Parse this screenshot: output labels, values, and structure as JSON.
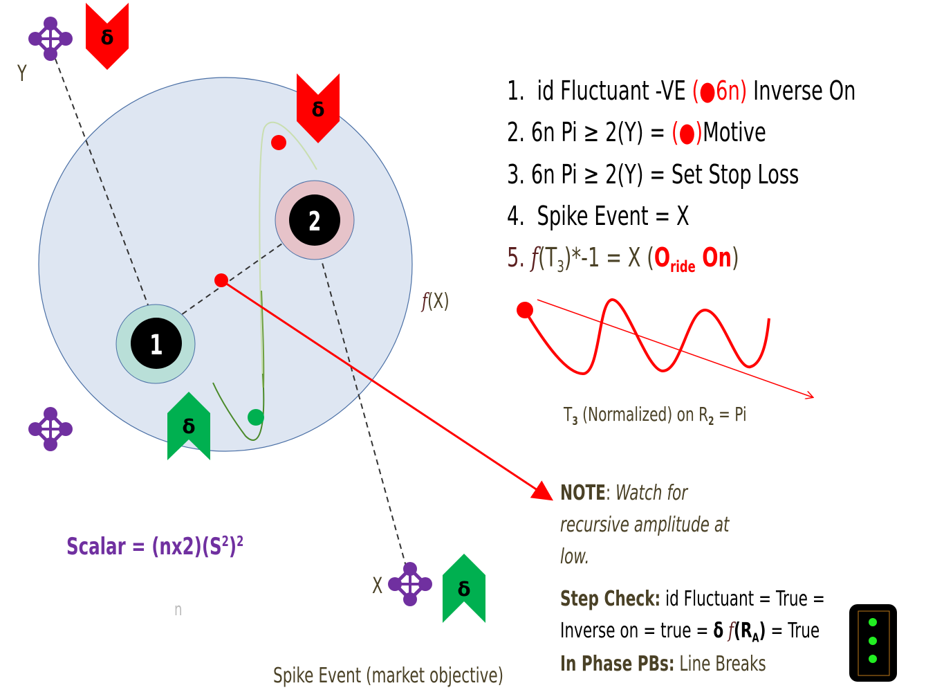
{
  "diagram": {
    "labels": {
      "y_axis": "Y",
      "x_axis": "X",
      "fx_label_func": "f",
      "fx_label_arg": "(X)",
      "node_1": "1",
      "node_2": "2",
      "delta_symbol": "δ",
      "bottom_caption": "Spike Event (market objective)",
      "faint_mark": "n"
    },
    "scalar_formula": {
      "prefix": "Scalar = (nx2)(S",
      "inner_exp": "2",
      "close": ")",
      "outer_exp": "2"
    },
    "colors": {
      "sphere_fill": "#dee6f2",
      "sphere_stroke": "#4a6fa5",
      "node1_ring": "#b9dfd8",
      "node2_ring": "#e6c3c9",
      "red": "#ff0000",
      "green": "#00b050",
      "purple": "#7030a0",
      "olive": "#4a4126",
      "curve_green": "#4a8a2a",
      "curve_light_green": "#c9deb0"
    }
  },
  "rules": {
    "item1": {
      "num": "1.",
      "text_a": "id Fluctuant -VE ",
      "red_open": "(",
      "red_dot": "●",
      "red_text": "6n",
      "red_close": ")",
      "text_b": " Inverse On"
    },
    "item2": {
      "num": "2.",
      "text_a": "6n Pi ≥ 2(Y) = ",
      "red_open": "(",
      "red_dot": "●",
      "red_close": ")",
      "text_b": "Motive"
    },
    "item3": {
      "num": "3.",
      "text": "6n Pi ≥ 2(Y) = Set Stop Loss"
    },
    "item4": {
      "num": "4.",
      "text": "Spike Event = X"
    },
    "item5": {
      "num": "5.",
      "func": "f",
      "arg_open": "(T",
      "arg_sub": "3",
      "arg_close": ")*-1 = X (",
      "o": "O",
      "o_sub": "ride",
      "on": " On",
      "close": ")"
    }
  },
  "wave": {
    "caption_t": "T",
    "caption_t_sub": "3",
    "caption_mid": " (Normalized)  on R",
    "caption_r_sub": "2",
    "caption_end": " = Pi"
  },
  "note": {
    "label": "NOTE",
    "colon": ": ",
    "line1": "Watch for",
    "line2": "recursive amplitude at",
    "line3": "low."
  },
  "step_check": {
    "label": "Step Check:",
    "line1_text": " id Fluctuant  = True  =",
    "line2_text": "Inverse  on  = true  = ",
    "delta": "δ",
    "func": "f",
    "arg_open": "(R",
    "arg_sub": "A",
    "arg_close": ")",
    "line2_end": " = True"
  },
  "in_phase": {
    "label": "In Phase PBs:",
    "text": " Line  Breaks"
  },
  "traffic_light": {
    "lights": [
      "green",
      "green",
      "green"
    ],
    "light_color": "#22ee22"
  }
}
